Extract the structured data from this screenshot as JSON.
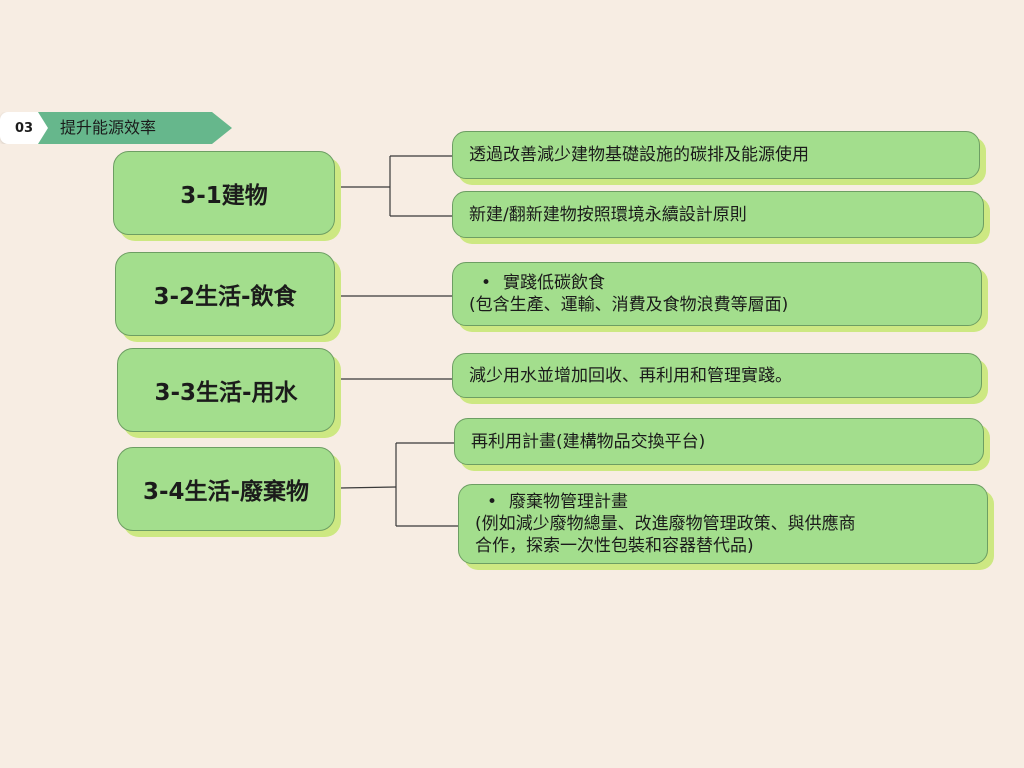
{
  "section": {
    "number": "03",
    "title": "提升能源效率"
  },
  "categories": [
    {
      "label": "3-1建物"
    },
    {
      "label": "3-2生活-飲食"
    },
    {
      "label": "3-3生活-用水"
    },
    {
      "label": "3-4生活-廢棄物"
    }
  ],
  "details": [
    {
      "lines": [
        "透過改善減少建物基礎設施的碳排及能源使用"
      ]
    },
    {
      "lines": [
        "新建/翻新建物按照環境永續設計原則"
      ]
    },
    {
      "lines": [
        "實踐低碳飲食",
        "(包含生產、運輸、消費及食物浪費等層面)"
      ]
    },
    {
      "lines": [
        "減少用水並增加回收、再利用和管理實踐。"
      ]
    },
    {
      "lines": [
        "再利用計畫(建構物品交換平台)"
      ]
    },
    {
      "lines": [
        "廢棄物管理計畫",
        "(例如減少廢物總量、改進廢物管理政策、與供應商",
        "合作，探索一次性包裝和容器替代品)"
      ]
    }
  ]
}
